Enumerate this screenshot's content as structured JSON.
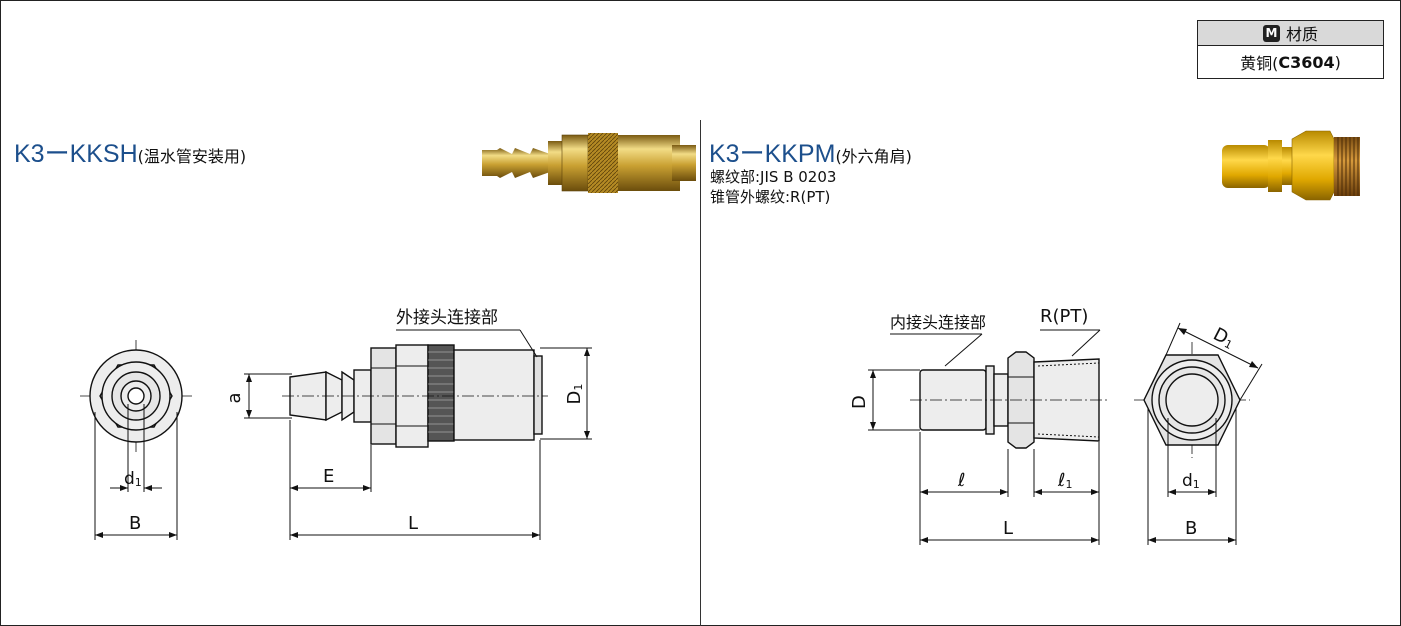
{
  "material": {
    "badge": "M",
    "header": "材质",
    "value_prefix": "黄铜(",
    "value_code": "C3604",
    "value_suffix": ")"
  },
  "left": {
    "model": "K3ーKKSH",
    "subtitle": "(温水管安装用)",
    "callout": "外接头连接部",
    "dims": {
      "d1": "d",
      "d1_sub": "1",
      "B": "B",
      "a": "a",
      "E": "E",
      "L": "L",
      "D1": "D",
      "D1_sub": "1"
    }
  },
  "right": {
    "model": "K3ーKKPM",
    "subtitle": "(外六角肩)",
    "spec_lines": [
      "螺纹部:JIS B 0203",
      "锥管外螺纹:R(PT)"
    ],
    "callout": "内接头连接部",
    "thread": "R(PT)",
    "dims": {
      "D": "D",
      "l": "ℓ",
      "l1": "ℓ",
      "l1_sub": "1",
      "L": "L",
      "D1": "D",
      "D1_sub": "1",
      "d1": "d",
      "d1_sub": "1",
      "B": "B"
    }
  },
  "colors": {
    "title": "#1c4f8c",
    "brass_light": "#f2dc86",
    "brass_mid": "#c9a032",
    "brass_dark": "#7a5a12",
    "body_fill": "#ededed",
    "header_bg": "#d9d9d9"
  }
}
